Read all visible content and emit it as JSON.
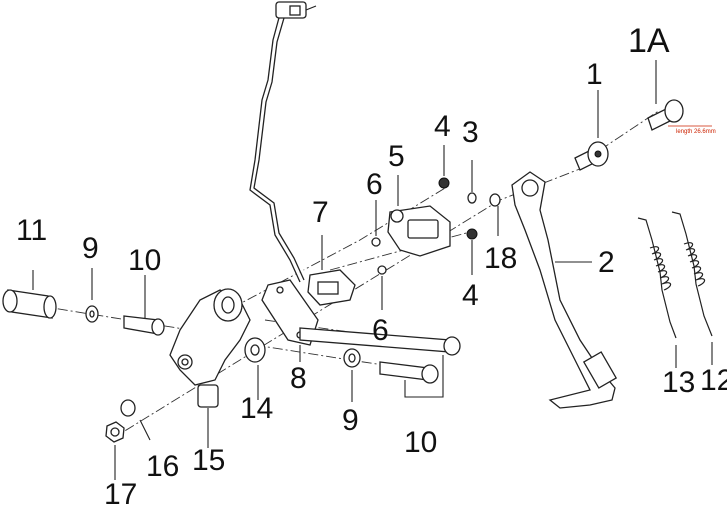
{
  "callouts": {
    "c1": "1",
    "c1a": "1A",
    "c2": "2",
    "c3": "3",
    "c4a": "4",
    "c4b": "4",
    "c5": "5",
    "c6a": "6",
    "c6b": "6",
    "c7": "7",
    "c8": "8",
    "c9a": "9",
    "c9b": "9",
    "c10a": "10",
    "c10b": "10",
    "c11": "11",
    "c12": "12",
    "c13": "13",
    "c14": "14",
    "c15": "15",
    "c16": "16",
    "c17": "17",
    "c18": "18"
  },
  "note_1a": "length 26.6mm",
  "colors": {
    "ink": "#222222",
    "note": "#cc2200",
    "background": "#ffffff"
  }
}
